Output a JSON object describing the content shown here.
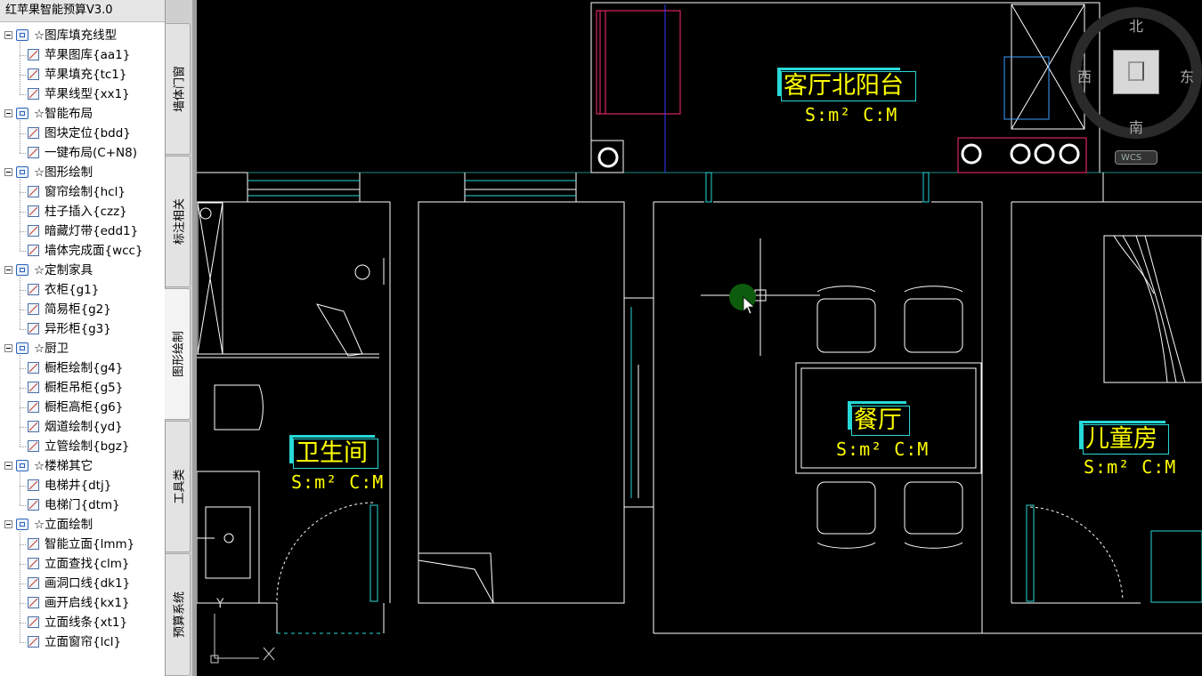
{
  "app": {
    "title": "红苹果智能预算V3.0"
  },
  "tree": [
    {
      "label": "☆图库填充线型",
      "items": [
        {
          "label": "苹果图库{aa1}",
          "icon": "library-icon"
        },
        {
          "label": "苹果填充{tc1}",
          "icon": "hatch-fill-icon"
        },
        {
          "label": "苹果线型{xx1}",
          "icon": "linetype-icon"
        }
      ]
    },
    {
      "label": "☆智能布局",
      "items": [
        {
          "label": "图块定位{bdd}",
          "icon": "block-locate-icon"
        },
        {
          "label": "一键布局(C+N8)",
          "icon": "one-key-layout-icon"
        }
      ]
    },
    {
      "label": "☆图形绘制",
      "items": [
        {
          "label": "窗帘绘制{hcl}",
          "icon": "curtain-draw-icon"
        },
        {
          "label": "柱子插入{czz}",
          "icon": "column-insert-icon"
        },
        {
          "label": "暗藏灯带{edd1}",
          "icon": "led-strip-icon"
        },
        {
          "label": "墙体完成面{wcc}",
          "icon": "wall-finish-icon"
        }
      ]
    },
    {
      "label": "☆定制家具",
      "items": [
        {
          "label": "衣柜{g1}",
          "icon": "wardrobe-icon"
        },
        {
          "label": "简易柜{g2}",
          "icon": "simple-cabinet-icon"
        },
        {
          "label": "异形柜{g3}",
          "icon": "shaped-cabinet-icon"
        }
      ]
    },
    {
      "label": "☆厨卫",
      "items": [
        {
          "label": "橱柜绘制{g4}",
          "icon": "cabinet-draw-icon"
        },
        {
          "label": "橱柜吊柜{g5}",
          "icon": "wall-cabinet-icon"
        },
        {
          "label": "橱柜高柜{g6}",
          "icon": "tall-cabinet-icon"
        },
        {
          "label": "烟道绘制{yd}",
          "icon": "flue-icon"
        },
        {
          "label": "立管绘制{bgz}",
          "icon": "riser-pipe-icon"
        }
      ]
    },
    {
      "label": "☆楼梯其它",
      "items": [
        {
          "label": "电梯井{dtj}",
          "icon": "elevator-shaft-icon"
        },
        {
          "label": "电梯门{dtm}",
          "icon": "elevator-door-icon"
        }
      ]
    },
    {
      "label": "☆立面绘制",
      "items": [
        {
          "label": "智能立面{lmm}",
          "icon": "smart-elevation-icon"
        },
        {
          "label": "立面查找{clm}",
          "icon": "elevation-search-icon"
        },
        {
          "label": "画洞口线{dk1}",
          "icon": "opening-line-icon"
        },
        {
          "label": "画开启线{kx1}",
          "icon": "swing-line-icon"
        },
        {
          "label": "立面线条{xt1}",
          "icon": "elevation-line-icon"
        },
        {
          "label": "立面窗帘{lcl}",
          "icon": "elevation-curtain-icon"
        }
      ]
    }
  ],
  "tabs": [
    {
      "label": "墙体门窗",
      "active": false
    },
    {
      "label": "标注相关",
      "active": false
    },
    {
      "label": "图形绘制",
      "active": true
    },
    {
      "label": "工具类",
      "active": false
    },
    {
      "label": "预算系统",
      "active": false
    }
  ],
  "compass": {
    "north": "北",
    "south": "南",
    "east": "东",
    "west": "西",
    "wcs": "WCS"
  },
  "rooms": [
    {
      "name": "客厅北阳台",
      "sub": "S:m² C:M"
    },
    {
      "name": "餐厅",
      "sub": "S:m² C:M"
    },
    {
      "name": "卫生间",
      "sub": "S:m² C:M"
    },
    {
      "name": "儿童房",
      "sub": "S:m² C:M"
    }
  ],
  "ucs": {
    "y_label": "Y"
  },
  "colors": {
    "background": "#000000",
    "wall": "#ffffff",
    "room_text": "#ffff00",
    "cyan": "#27d8d8",
    "magenta": "#ff2d78",
    "cursor_dot": "#0d5c0d"
  }
}
